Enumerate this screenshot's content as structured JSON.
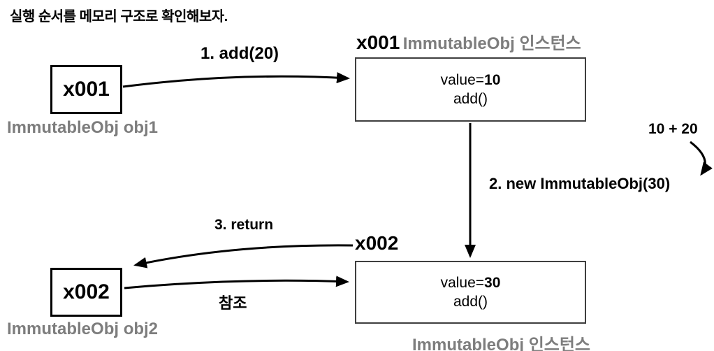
{
  "title": "실행 순서를 메모리 구조로 확인해보자.",
  "colors": {
    "text_black": "#000000",
    "caption_gray": "#7d7d7d",
    "instance_box_border": "#3f3f3f",
    "background": "#ffffff"
  },
  "references": {
    "obj1": {
      "box_label": "x001",
      "caption": "ImmutableObj obj1"
    },
    "obj2": {
      "box_label": "x002",
      "caption": "ImmutableObj obj2"
    }
  },
  "instances": {
    "inst1": {
      "header_ref": "x001",
      "header_title": "ImmutableObj 인스턴스",
      "field_name": "value=",
      "field_value": "10",
      "method": "add()"
    },
    "inst2": {
      "ref_label": "x002",
      "field_name": "value=",
      "field_value": "30",
      "method": "add()",
      "caption": "ImmutableObj 인스턴스"
    }
  },
  "annotations": {
    "step1": "1. add(20)",
    "step2": "2. new ImmutableObj(30)",
    "step3": "3. return",
    "calc": "10 + 20",
    "reference": "참조"
  }
}
